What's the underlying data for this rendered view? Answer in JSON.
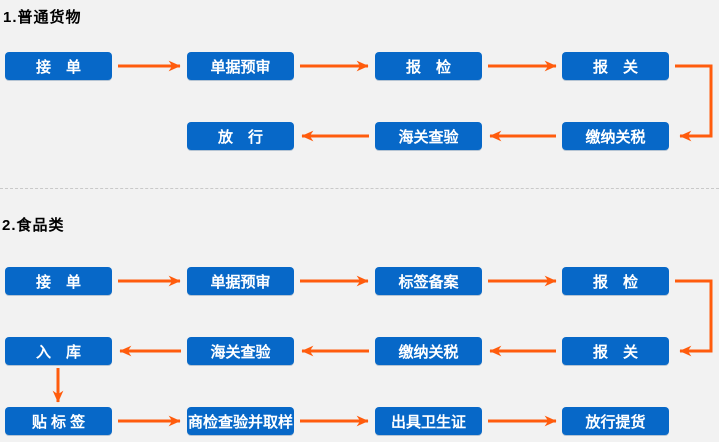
{
  "canvas": {
    "background": "#f2f2f2"
  },
  "colors": {
    "node_fill": "#0768c8",
    "node_text": "#ffffff",
    "arrow": "#ff5c0d",
    "divider": "#c9c9c9",
    "heading_text": "#000000"
  },
  "section1": {
    "title": "1.普通货物",
    "row1": [
      "接　单",
      "单据预审",
      "报　检",
      "报　关"
    ],
    "row2": [
      "放　行",
      "海关查验",
      "缴纳关税"
    ]
  },
  "section2": {
    "title": "2.食品类",
    "row1": [
      "接　单",
      "单据预审",
      "标签备案",
      "报　检"
    ],
    "row2": [
      "入　库",
      "海关查验",
      "缴纳关税",
      "报　关"
    ],
    "row3": [
      "贴 标 签",
      "商检查验并取样",
      "出具卫生证",
      "放行提货"
    ]
  }
}
